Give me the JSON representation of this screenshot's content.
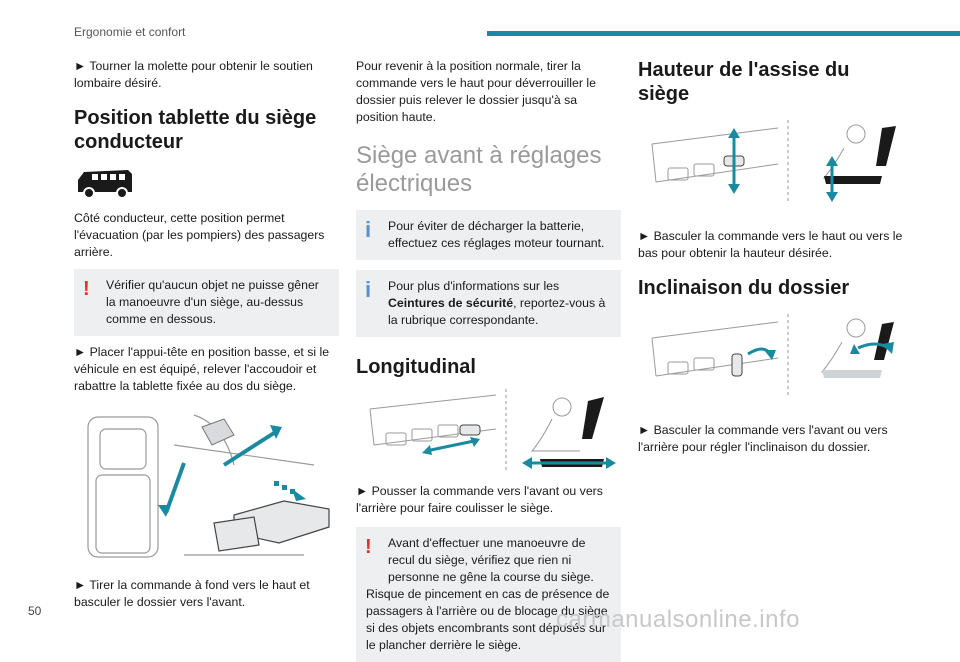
{
  "header": {
    "section_title": "Ergonomie et confort"
  },
  "page_number": "50",
  "watermark": "carmanualsonline.info",
  "col1": {
    "intro": "► Tourner la molette pour obtenir le soutien lombaire désiré.",
    "heading": "Position tablette du siège conducteur",
    "para1": "Côté conducteur, cette position permet l'évacuation (par les pompiers) des passagers arrière.",
    "warning": "Vérifier qu'aucun objet ne puisse gêner la manoeuvre d'un siège, au-dessus comme en dessous.",
    "step1": "► Placer l'appui-tête en position basse, et si le véhicule en est équipé, relever l'accoudoir et rabattre la tablette fixée au dos du siège.",
    "step2": "► Tirer la commande à fond vers le haut et basculer le dossier vers l'avant."
  },
  "col2": {
    "para1": "Pour revenir à la position normale, tirer la commande vers le haut pour déverrouiller le dossier puis relever le dossier jusqu'à sa position haute.",
    "heading": "Siège avant à réglages électriques",
    "info1": "Pour éviter de décharger la batterie, effectuez ces réglages moteur tournant.",
    "info2_pre": "Pour plus d'informations sur les ",
    "info2_bold": "Ceintures de sécurité",
    "info2_post": ", reportez-vous à la rubrique correspondante.",
    "subheading": "Longitudinal",
    "step": "► Pousser la commande vers l'avant ou vers l'arrière pour faire coulisser le siège.",
    "warning": "Avant d'effectuer une manoeuvre de recul du siège, vérifiez que rien ni personne ne gêne la course du siège.",
    "warning2": "Risque de pincement en cas de présence de passagers à l'arrière ou de blocage du siège si des objets encombrants sont déposés sur le plancher derrière le siège."
  },
  "col3": {
    "heading1": "Hauteur de l'assise du siège",
    "step1": "► Basculer la commande vers le haut ou vers le bas pour obtenir la hauteur désirée.",
    "heading2": "Inclinaison du dossier",
    "step2": "► Basculer la commande vers l'avant ou vers l'arrière pour régler l'inclinaison du dossier."
  },
  "colors": {
    "accent": "#1a8aa0",
    "warning": "#e03030",
    "info": "#5a8fd0",
    "box_bg": "#eeeff1"
  }
}
